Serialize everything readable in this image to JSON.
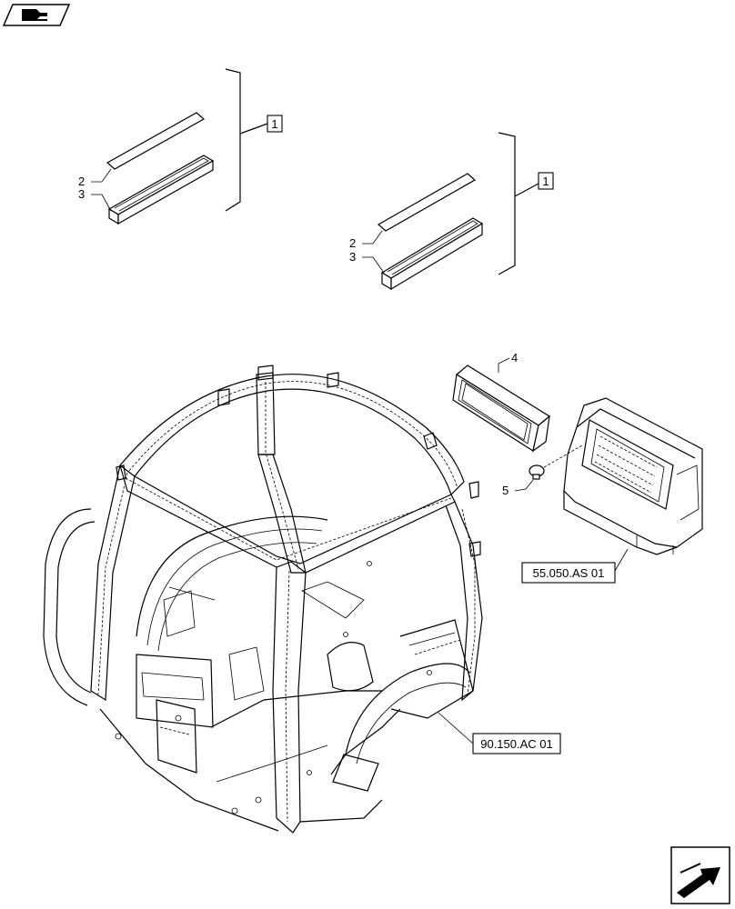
{
  "callouts": {
    "group_a": {
      "bracket_label": "1",
      "item_2": "2",
      "item_3": "3"
    },
    "group_b": {
      "bracket_label": "1",
      "item_2": "2",
      "item_3": "3"
    },
    "filter_item": "4",
    "plug_item": "5"
  },
  "references": {
    "hvac_unit": "55.050.AS 01",
    "cab_frame": "90.150.AC 01"
  },
  "icons": {
    "top_left": "book-arrow-icon",
    "bottom_right": "next-page-arrow-icon"
  }
}
